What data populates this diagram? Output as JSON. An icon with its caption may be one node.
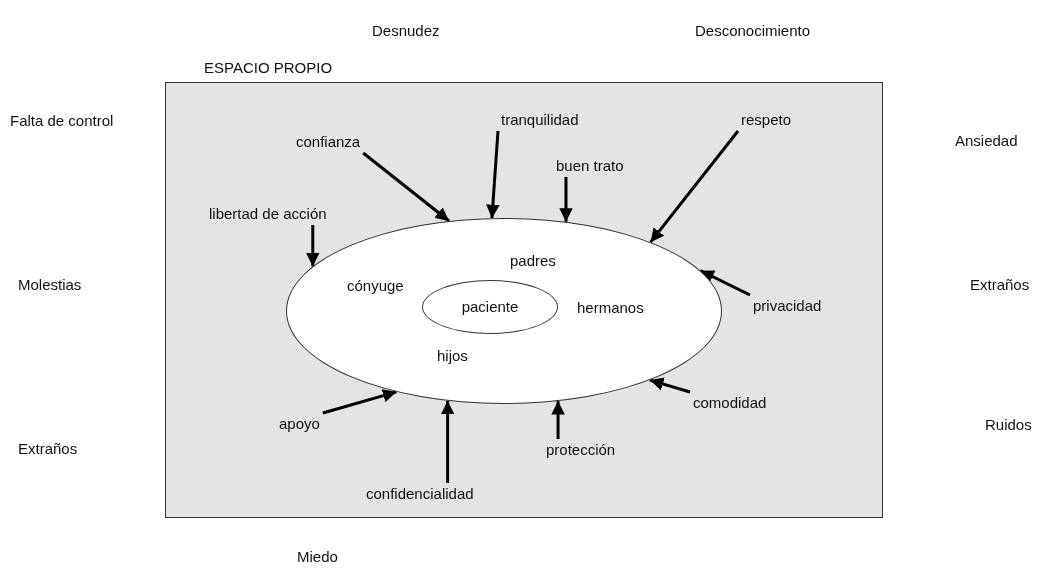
{
  "diagram": {
    "nodes": [
      {
        "text": [
          "ESPACIO PROPIO"
        ]
      },
      {
        "text": [
          "tranquilidad"
        ],
        "in": 0
      },
      {
        "text": [
          "respeto"
        ],
        "in": 0
      },
      {
        "text": [
          "confianza"
        ],
        "in": 0
      },
      {
        "text": [
          "buen trato"
        ],
        "in": 0
      },
      {
        "text": [
          "libertad de acción"
        ],
        "in": 0
      },
      {
        "text": [
          "padres",
          "cónyuge",
          "hermanos",
          "hijos"
        ],
        "in": 0
      },
      {
        "text": [
          "paciente"
        ],
        "in": 6
      },
      {
        "text": [
          "privacidad"
        ],
        "in": 0
      },
      {
        "text": [
          "comodidad"
        ],
        "in": 0
      },
      {
        "text": [
          "apoyo"
        ],
        "in": 0
      },
      {
        "text": [
          "protección"
        ],
        "in": 0
      },
      {
        "text": [
          "confidencialidad"
        ],
        "in": 0
      }
    ],
    "edges": [
      {
        "from": 1,
        "to": 6,
        "arrow": "to"
      },
      {
        "from": 2,
        "to": 6,
        "arrow": "to"
      },
      {
        "from": 3,
        "to": 6,
        "arrow": "to"
      },
      {
        "from": 4,
        "to": 6,
        "arrow": "to"
      },
      {
        "from": 5,
        "to": 6,
        "arrow": "to"
      },
      {
        "from": 8,
        "to": 6,
        "arrow": "to"
      },
      {
        "from": 9,
        "to": 6,
        "arrow": "to"
      },
      {
        "from": 10,
        "to": 6,
        "arrow": "to"
      },
      {
        "from": 11,
        "to": 6,
        "arrow": "to"
      },
      {
        "from": 12,
        "to": 6,
        "arrow": "to"
      }
    ],
    "labels": [
      "Desnudez",
      "Desconocimiento",
      "Falta de control",
      "Ansiedad",
      "Molestias",
      "Extraños",
      "Ruidos",
      "Extraños",
      "Miedo"
    ]
  }
}
